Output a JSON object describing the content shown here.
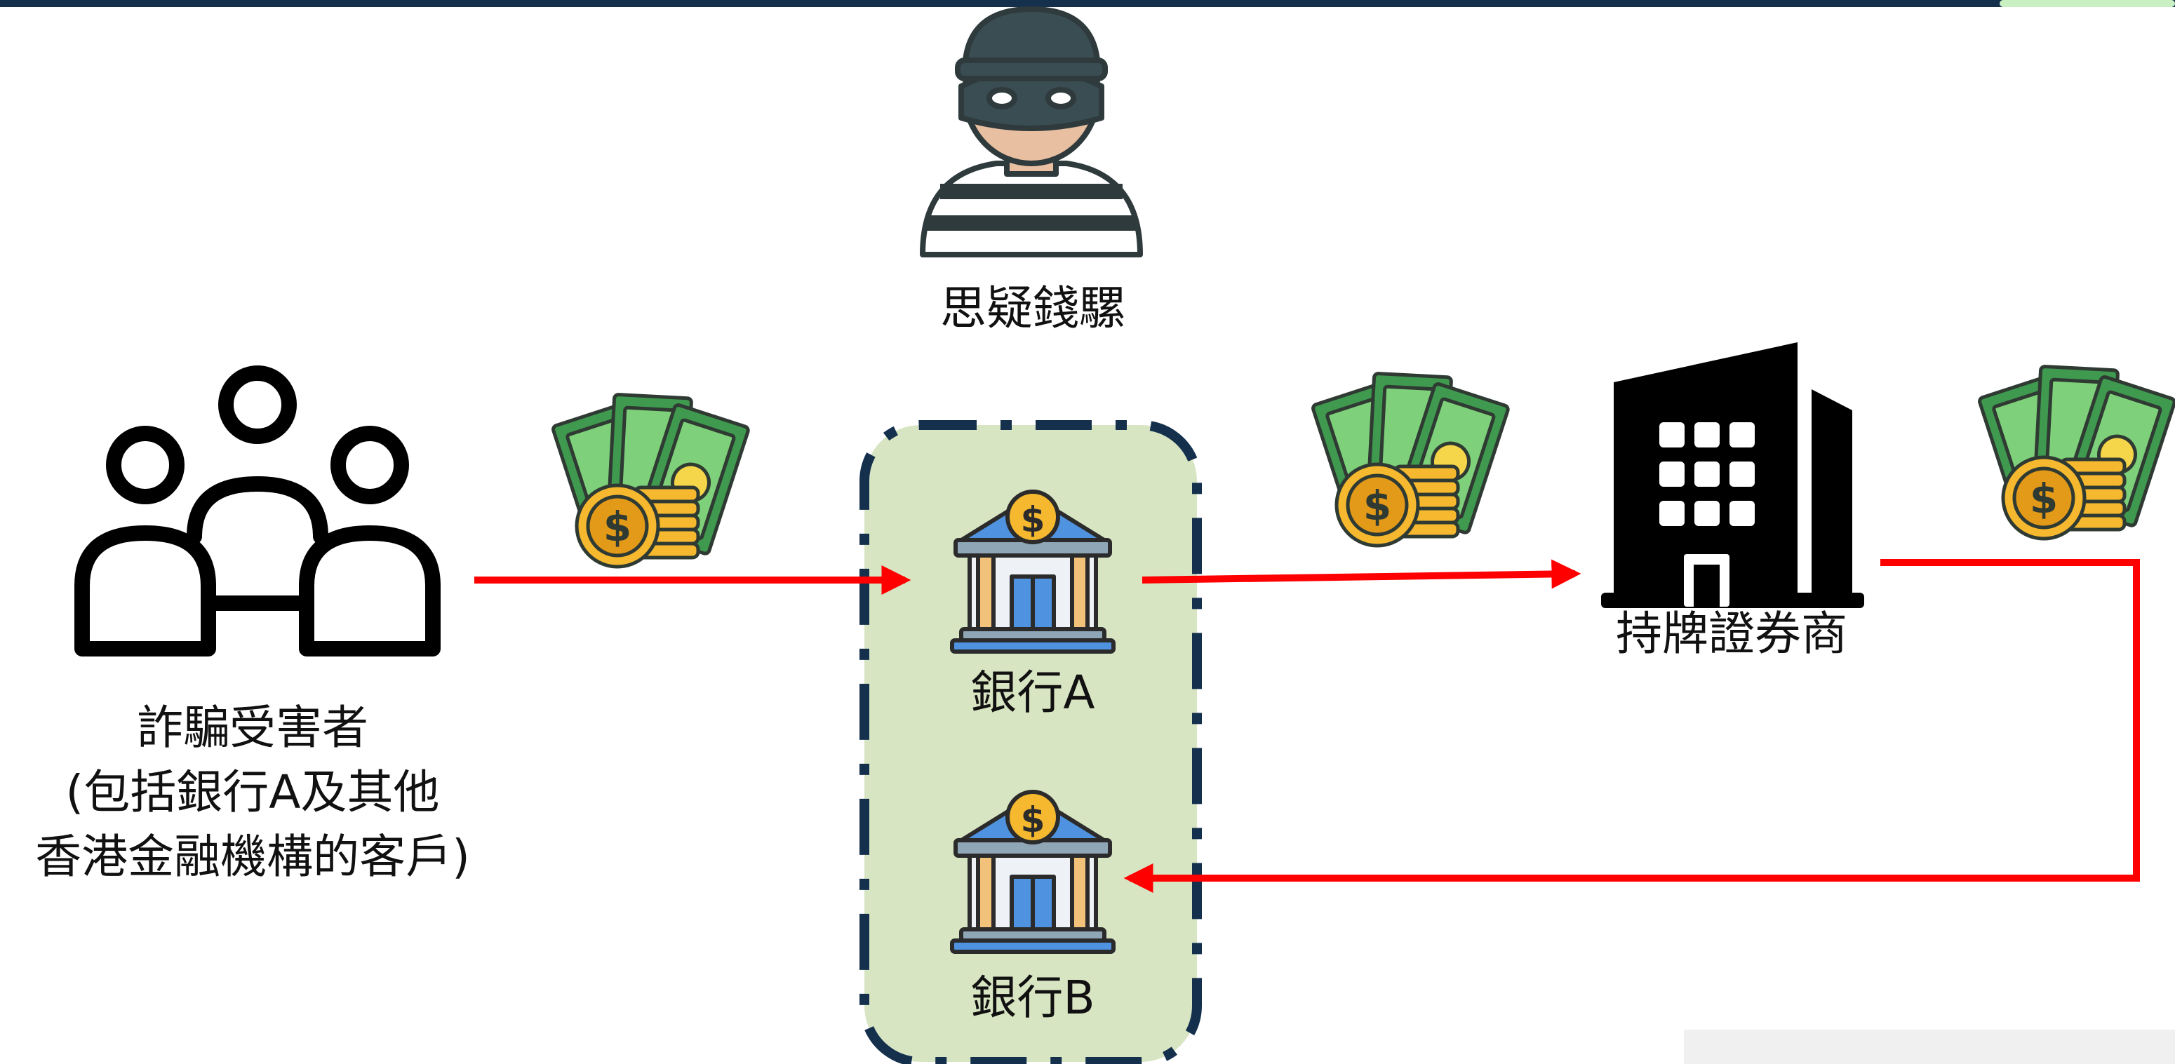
{
  "colors": {
    "top_bar": "#14304d",
    "top_bar_accent": "#c9f0c2",
    "arrow": "#ff0000",
    "bank_group_fill": "#d8e5c2",
    "bank_group_border": "#14304d",
    "bill_green": "#3f9a4f",
    "bill_light": "#7ed07a",
    "coin_gold": "#f5b82e",
    "coin_dark": "#e39a18",
    "bank_roof": "#4f93e0",
    "building_black": "#000000",
    "thief_dark": "#3a4d52",
    "thief_skin": "#e8bfa0"
  },
  "nodes": {
    "suspect": {
      "icon": "thief-icon",
      "label": "思疑錢騾"
    },
    "victims": {
      "icon": "people-group-icon",
      "lines": [
        "詐騙受害者",
        "(包括銀行A及其他",
        "香港金融機構的客戶)"
      ]
    },
    "bank_a": {
      "icon": "bank-icon",
      "label": "銀行A"
    },
    "bank_b": {
      "icon": "bank-icon",
      "label": "銀行B"
    },
    "broker": {
      "icon": "office-building-icon",
      "label": "持牌證券商"
    }
  },
  "money_icons": [
    "money-icon",
    "money-icon",
    "money-icon"
  ],
  "flows": [
    {
      "from": "victims",
      "to": "bank_a"
    },
    {
      "from": "bank_a",
      "to": "broker"
    },
    {
      "from": "broker",
      "to": "bank_b"
    }
  ]
}
